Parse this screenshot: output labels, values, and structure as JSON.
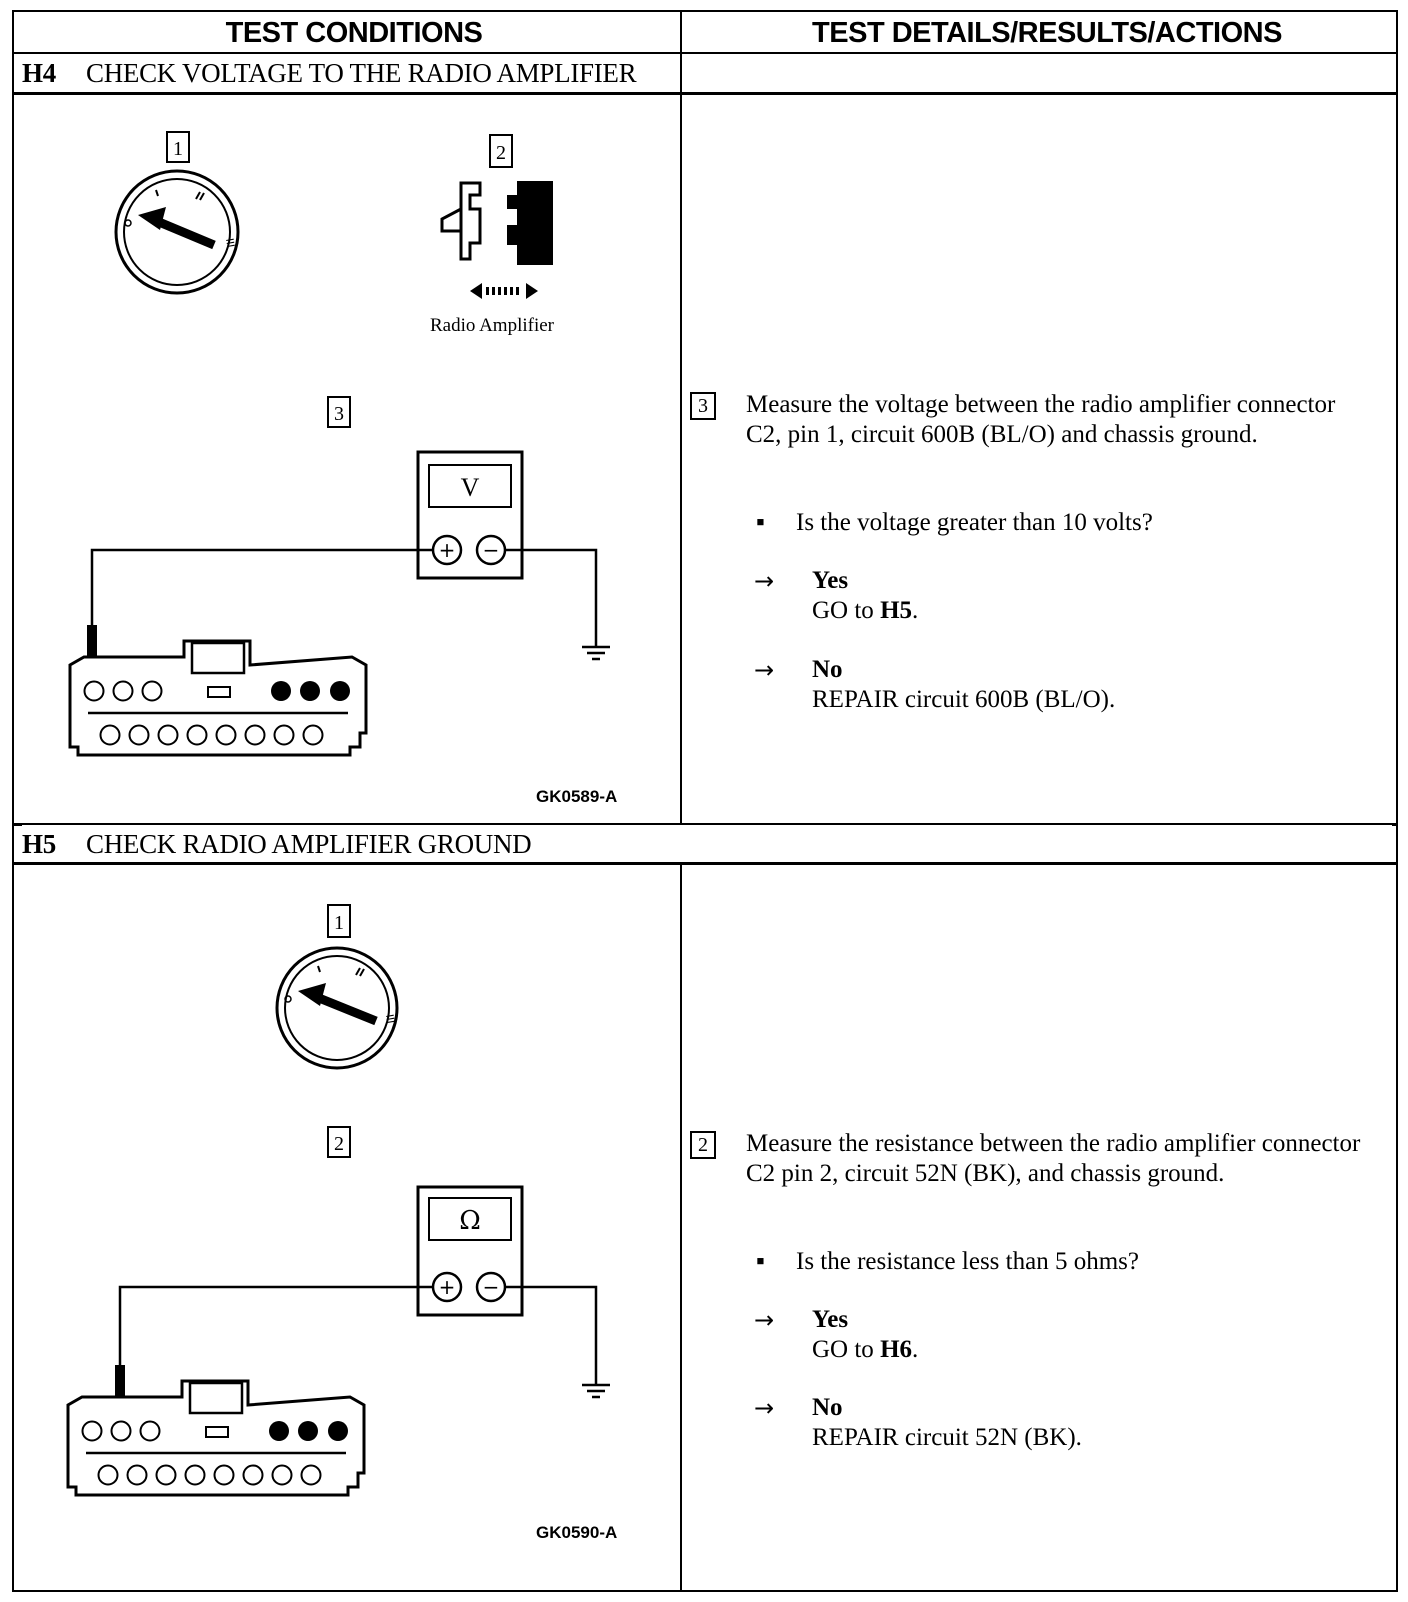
{
  "header": {
    "left": "TEST CONDITIONS",
    "right": "TEST DETAILS/RESULTS/ACTIONS"
  },
  "sections": [
    {
      "code": "H4",
      "title": "CHECK VOLTAGE TO THE RADIO AMPLIFIER",
      "step_labels": [
        "1",
        "2",
        "3"
      ],
      "component_label": "Radio Amplifier",
      "meter_symbol": "V",
      "meter_plus": "+",
      "meter_minus": "−",
      "figure_id": "GK0589-A",
      "step": "3",
      "instruction": "Measure the voltage between the radio amplifier connector C2, pin 1, circuit 600B (BL/O) and chassis ground.",
      "bullet": "▪",
      "question": "Is the voltage greater than 10 volts?",
      "arrow": "→",
      "yes_label": "Yes",
      "yes_action_prefix": "GO to ",
      "yes_action_target": "H5",
      "yes_action_suffix": ".",
      "no_label": "No",
      "no_action": "REPAIR circuit 600B (BL/O)."
    },
    {
      "code": "H5",
      "title": "CHECK RADIO AMPLIFIER GROUND",
      "step_labels": [
        "1",
        "2"
      ],
      "meter_symbol": "Ω",
      "meter_plus": "+",
      "meter_minus": "−",
      "figure_id": "GK0590-A",
      "step": "2",
      "instruction": "Measure the resistance between the radio amplifier connector C2 pin 2, circuit 52N (BK), and chassis ground.",
      "bullet": "▪",
      "question": "Is the resistance less than 5 ohms?",
      "arrow": "→",
      "yes_label": "Yes",
      "yes_action_prefix": "GO to ",
      "yes_action_target": "H6",
      "yes_action_suffix": ".",
      "no_label": "No",
      "no_action": "REPAIR circuit 52N (BK)."
    }
  ]
}
